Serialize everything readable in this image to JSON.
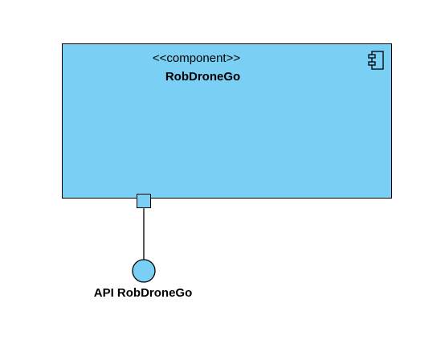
{
  "component": {
    "stereotype": "<<component>>",
    "name": "RobDroneGo",
    "fill_color": "#7acff5",
    "icon": "component-icon"
  },
  "interface": {
    "label": "API RobDroneGo",
    "fill_color": "#7acff5",
    "icon": "lollipop-interface"
  }
}
